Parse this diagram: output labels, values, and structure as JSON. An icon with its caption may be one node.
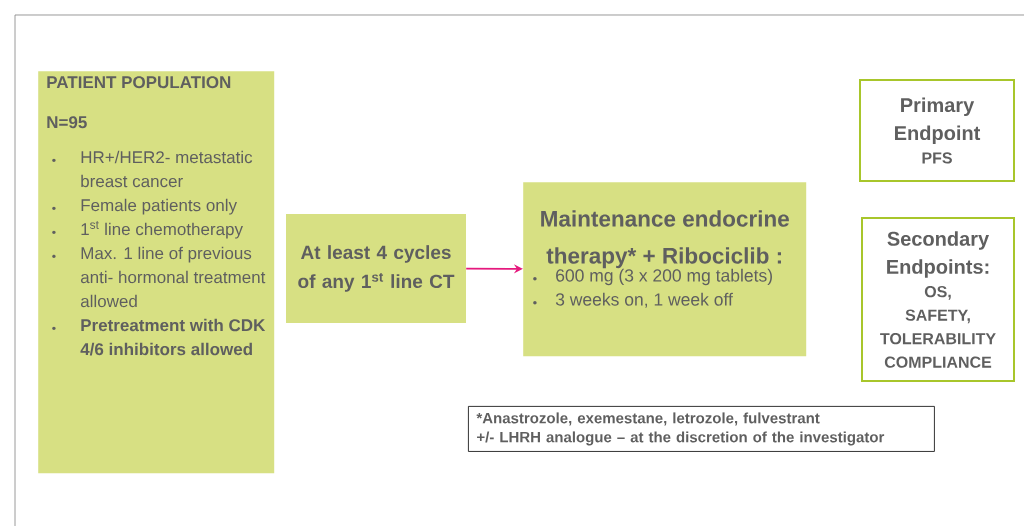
{
  "diagram": {
    "nodes": [
      {
        "text": [
          "PATIENT POPULATION",
          "N=95",
          "HR+/HER2- metastatic breast cancer",
          "Female patients only",
          "1$^{st}$ line chemotherapy",
          "Max. 1 line of previous anti- hormonal treatment allowed",
          "Pretreatment with CDK 4/6 inhibitors allowed"
        ]
      },
      {
        "text": [
          "At least 4 cycles of any 1$^{st}$ line CT"
        ]
      },
      {
        "text": [
          "Maintenance endocrine therapy* + Ribociclib :",
          "600 mg (3 x 200 mg tablets)",
          "3 weeks on, 1 week off"
        ]
      },
      {
        "text": [
          "Primary Endpoint",
          "PFS"
        ]
      },
      {
        "text": [
          "Secondary Endpoints:",
          "OS,",
          "SAFETY,",
          "TOLERABILITY",
          "COMPLIANCE"
        ]
      },
      {
        "text": [
          "*Anastrozole, exemestane, letrozole, fulvestrant",
          "+/- LHRH analogue – at the discretion of the investigator"
        ]
      }
    ],
    "edges": [
      {
        "from": 1,
        "to": 2,
        "arrow": "to",
        "color": "#e5197d"
      }
    ]
  }
}
